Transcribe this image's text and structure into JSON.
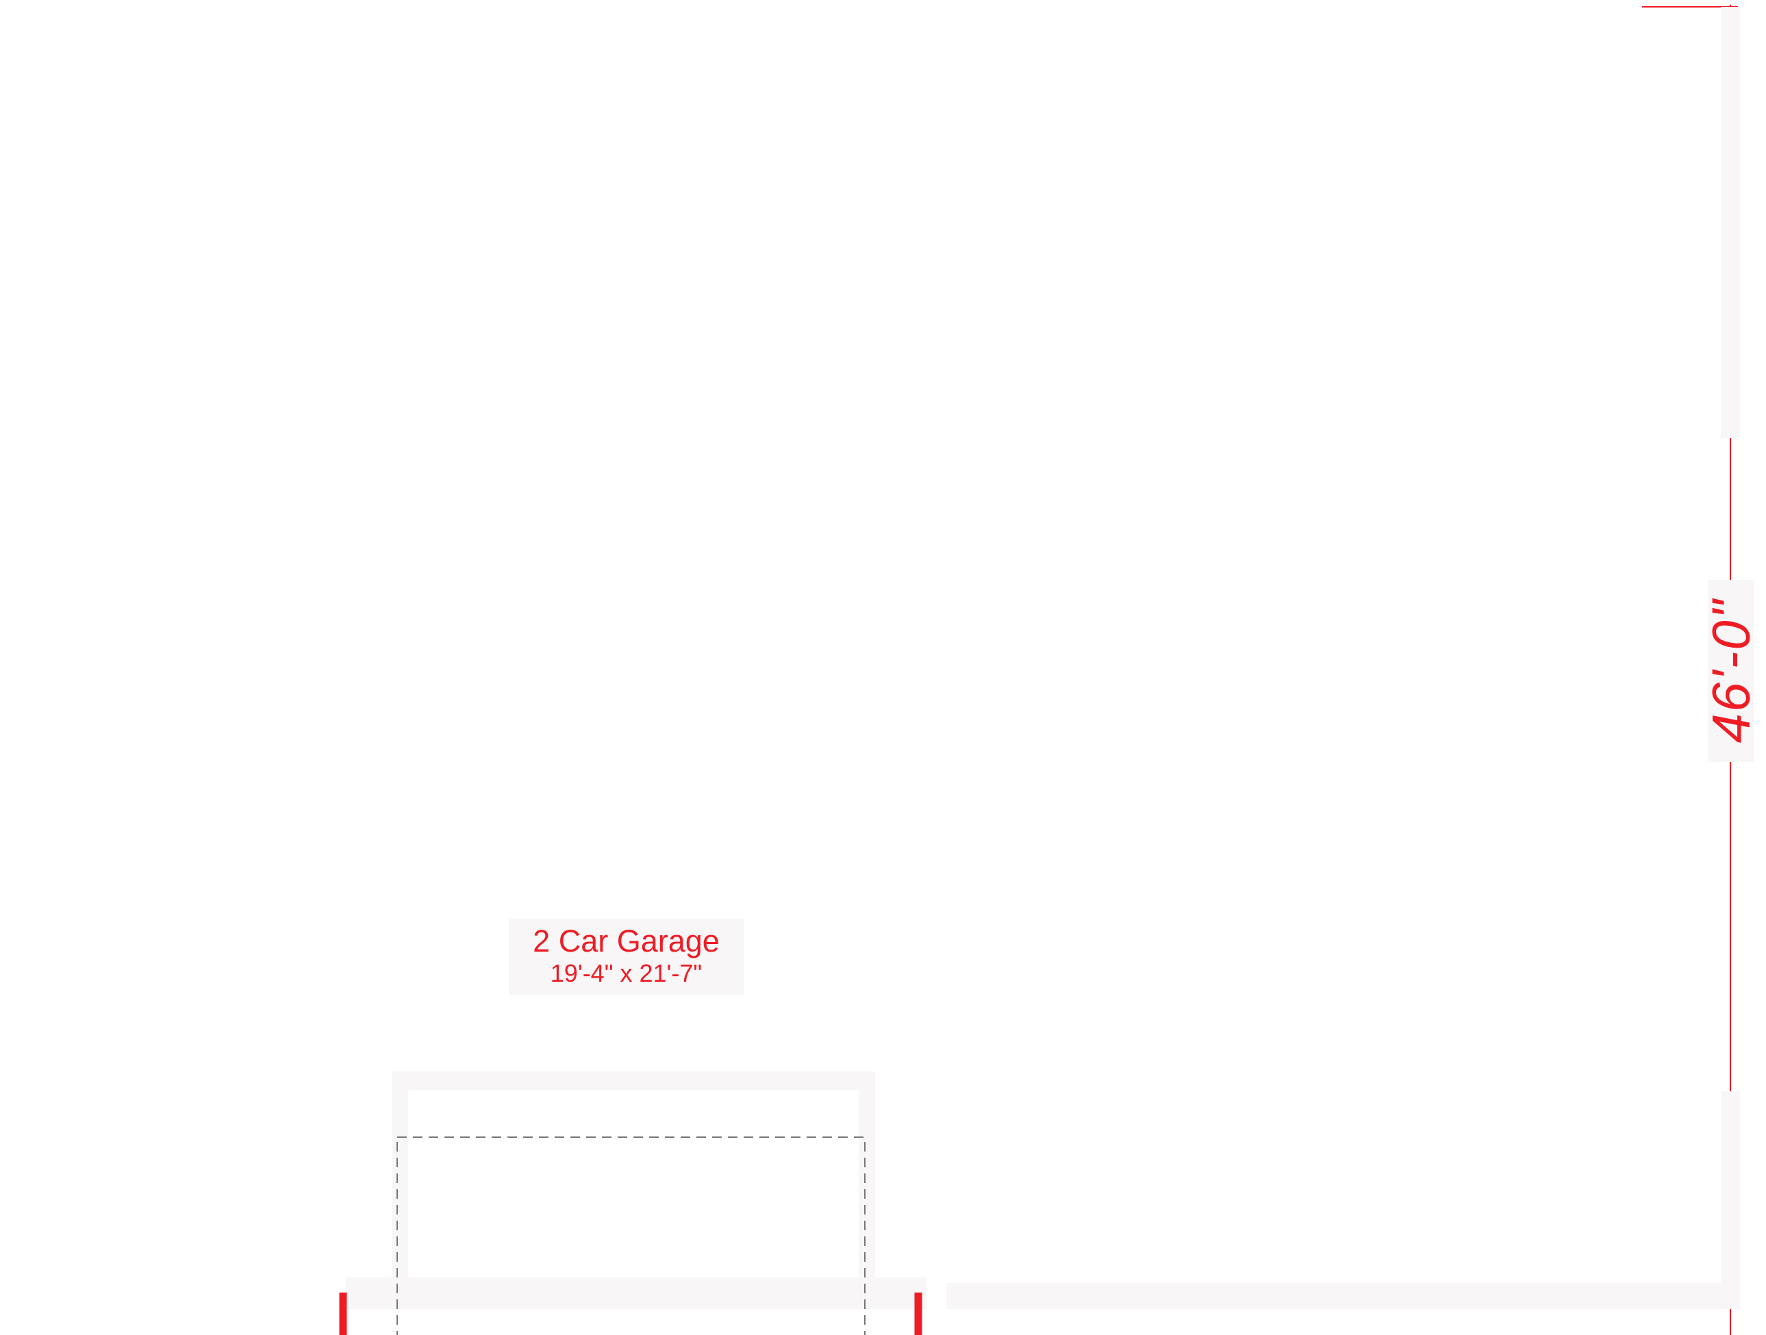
{
  "plan": {
    "room": {
      "name": "2 Car Garage",
      "size": "19'-4\" x 21'-7\""
    },
    "dimension": {
      "label": "46'-0\""
    }
  },
  "colors": {
    "wall": "#f8f6f7",
    "accent": "#ee1c24",
    "dashed": "#777777",
    "background": "#ffffff"
  }
}
